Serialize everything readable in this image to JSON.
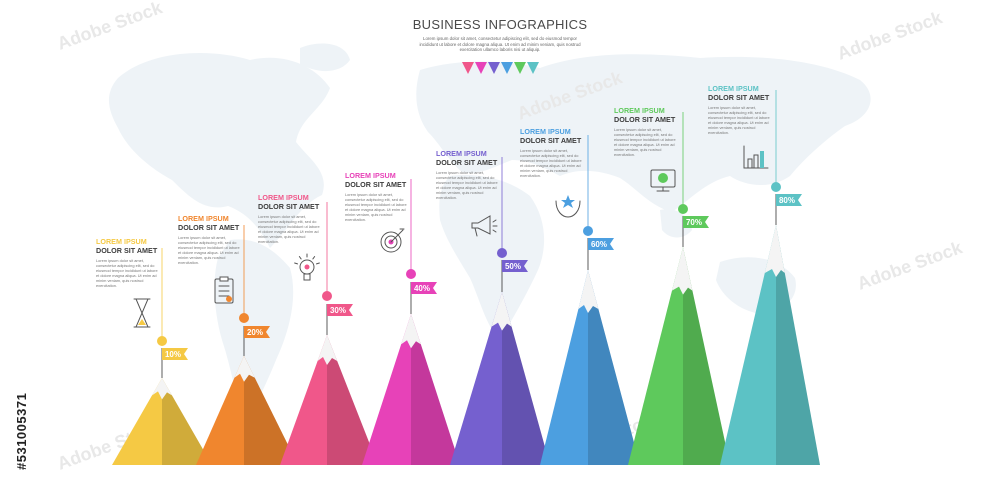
{
  "header": {
    "title": "BUSINESS INFOGRAPHICS",
    "description": "Lorem ipsum dolor sit amet, consectetur adipiscing elit, sed do eiusmod tempor incididunt ut labore et dolore magna aliqua. Ut enim ad minim veniam, quis nostrud exercitation ullamco laboris nisi ut aliquip."
  },
  "palette": [
    "#f5c944",
    "#f0862e",
    "#f0578a",
    "#e742b8",
    "#7560cf",
    "#4c9fe0",
    "#5ec95c",
    "#5cc2c5"
  ],
  "steps": [
    {
      "title": "LOREM IPSUM",
      "subtitle": "DOLOR SIT AMET",
      "body": "Lorem ipsum dolor sit amet, consectetur adipiscing elit, sed do eiusmod tempor incididunt ut labore et dolore magna aliqua. Ut enim ad minim veniam, quis nostrud exercitation.",
      "percent": "10%",
      "icon": "hourglass-icon",
      "color": "#f5c944"
    },
    {
      "title": "LOREM IPSUM",
      "subtitle": "DOLOR SIT AMET",
      "body": "Lorem ipsum dolor sit amet, consectetur adipiscing elit, sed do eiusmod tempor incididunt ut labore et dolore magna aliqua. Ut enim ad minim veniam, quis nostrud exercitation.",
      "percent": "20%",
      "icon": "clipboard-icon",
      "color": "#f0862e"
    },
    {
      "title": "LOREM IPSUM",
      "subtitle": "DOLOR SIT AMET",
      "body": "Lorem ipsum dolor sit amet, consectetur adipiscing elit, sed do eiusmod tempor incididunt ut labore et dolore magna aliqua. Ut enim ad minim veniam, quis nostrud exercitation.",
      "percent": "30%",
      "icon": "lightbulb-icon",
      "color": "#f0578a"
    },
    {
      "title": "LOREM IPSUM",
      "subtitle": "DOLOR SIT AMET",
      "body": "Lorem ipsum dolor sit amet, consectetur adipiscing elit, sed do eiusmod tempor incididunt ut labore et dolore magna aliqua. Ut enim ad minim veniam, quis nostrud exercitation.",
      "percent": "40%",
      "icon": "target-icon",
      "color": "#e742b8"
    },
    {
      "title": "LOREM IPSUM",
      "subtitle": "DOLOR SIT AMET",
      "body": "Lorem ipsum dolor sit amet, consectetur adipiscing elit, sed do eiusmod tempor incididunt ut labore et dolore magna aliqua. Ut enim ad minim veniam, quis nostrud exercitation.",
      "percent": "50%",
      "icon": "megaphone-icon",
      "color": "#7560cf"
    },
    {
      "title": "LOREM IPSUM",
      "subtitle": "DOLOR SIT AMET",
      "body": "Lorem ipsum dolor sit amet, consectetur adipiscing elit, sed do eiusmod tempor incididunt ut labore et dolore magna aliqua. Ut enim ad minim veniam, quis nostrud exercitation.",
      "percent": "60%",
      "icon": "hands-star-icon",
      "color": "#4c9fe0"
    },
    {
      "title": "LOREM IPSUM",
      "subtitle": "DOLOR SIT AMET",
      "body": "Lorem ipsum dolor sit amet, consectetur adipiscing elit, sed do eiusmod tempor incididunt ut labore et dolore magna aliqua. Ut enim ad minim veniam, quis nostrud exercitation.",
      "percent": "70%",
      "icon": "monitor-dollar-icon",
      "color": "#5ec95c"
    },
    {
      "title": "LOREM IPSUM",
      "subtitle": "DOLOR SIT AMET",
      "body": "Lorem ipsum dolor sit amet, consectetur adipiscing elit, sed do eiusmod tempor incididunt ut labore et dolore magna aliqua. Ut enim ad minim veniam, quis nostrud exercitation.",
      "percent": "80%",
      "icon": "growth-chart-icon",
      "color": "#5cc2c5"
    }
  ],
  "watermark": {
    "brand": "Adobe Stock",
    "id": "#531005371"
  }
}
